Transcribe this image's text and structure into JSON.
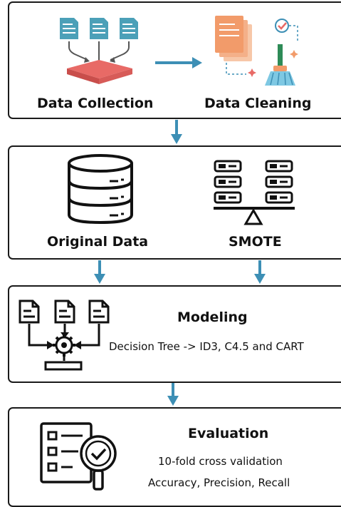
{
  "stage1": {
    "left_label": "Data Collection",
    "right_label": "Data Cleaning",
    "left_icon": "documents-to-database-icon",
    "right_icon": "cleaning-broom-icon"
  },
  "stage2": {
    "left_label": "Original Data",
    "right_label": "SMOTE",
    "left_icon": "database-icon",
    "right_icon": "balance-scale-icon"
  },
  "stage3": {
    "title": "Modeling",
    "subtitle": "Decision Tree -> ID3, C4.5 and CART",
    "icon": "documents-to-gear-icon"
  },
  "stage4": {
    "title": "Evaluation",
    "line1": "10-fold cross validation",
    "line2": "Accuracy, Precision, Recall",
    "icon": "checklist-magnifier-icon"
  },
  "colors": {
    "arrow": "#3d8fb5",
    "doc": "#4ba0b8",
    "tray": "#e86a66",
    "border": "#1a1a1a",
    "orange": "#f29b6a"
  }
}
